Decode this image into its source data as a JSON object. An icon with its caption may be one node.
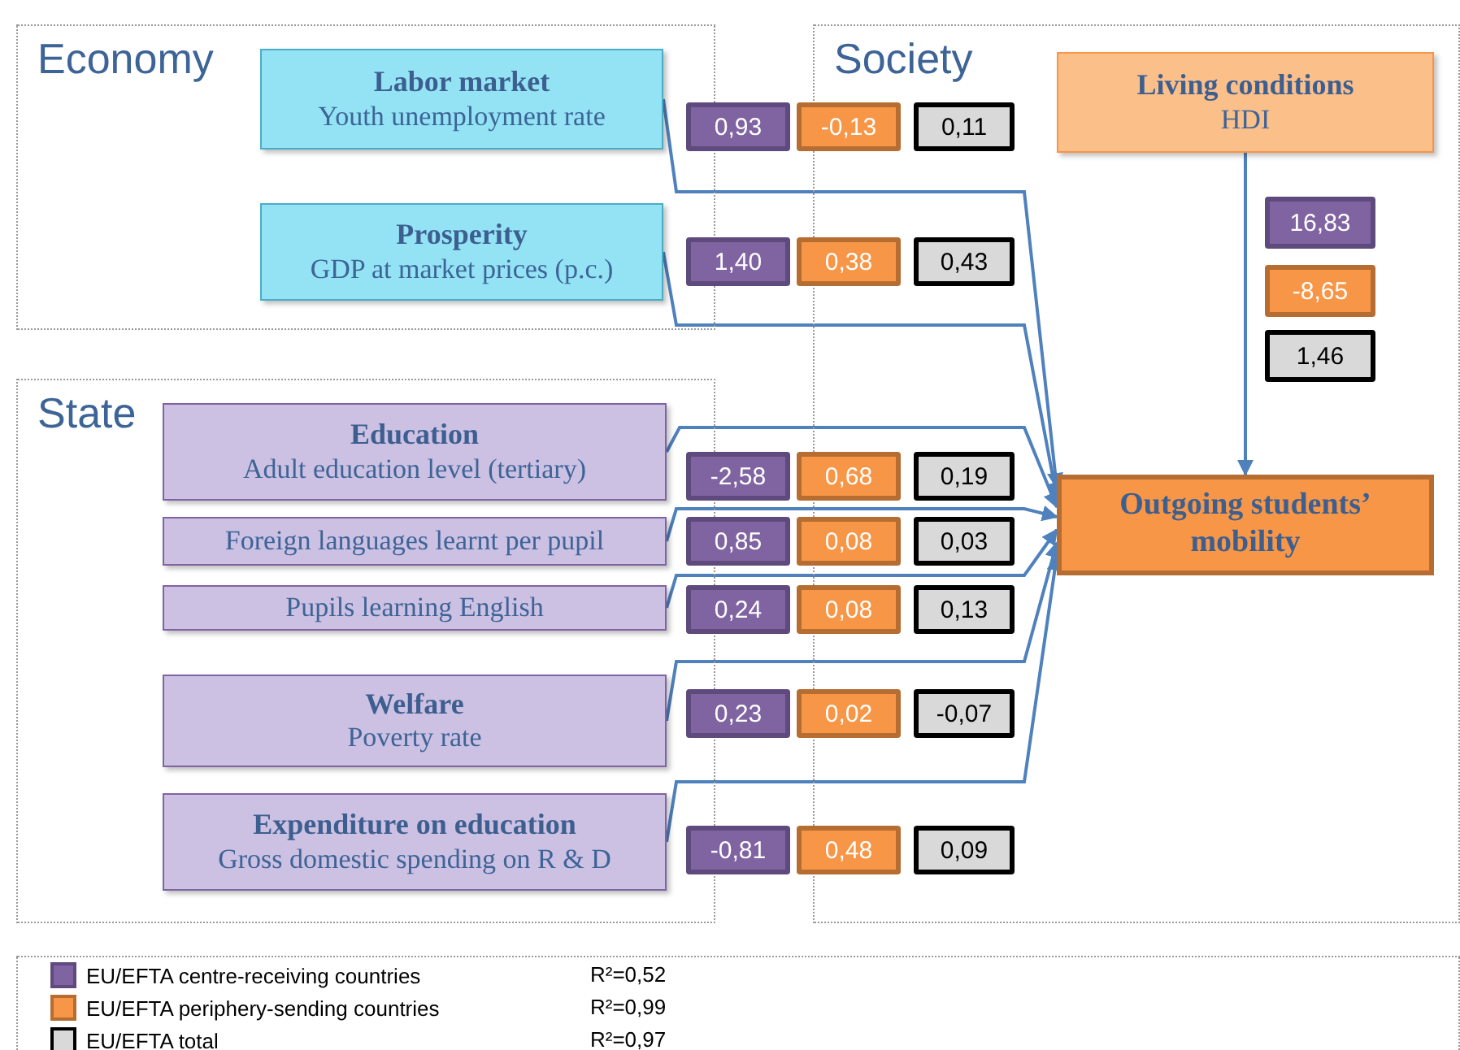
{
  "diagram": {
    "nodes": [
      {
        "text": [
          "Economy"
        ]
      },
      {
        "text": [
          "Labor market",
          "Youth unemployment rate"
        ],
        "in": 0
      },
      {
        "text": [
          "Prosperity",
          "GDP at market prices (p.c.)"
        ],
        "in": 0
      },
      {
        "text": [
          "State"
        ]
      },
      {
        "text": [
          "Education",
          "Adult education level (tertiary)"
        ],
        "in": 3
      },
      {
        "text": [
          "Foreign languages  learnt per pupil"
        ],
        "in": 3
      },
      {
        "text": [
          "Pupils learning English"
        ],
        "in": 3
      },
      {
        "text": [
          "Welfare",
          "Poverty rate"
        ],
        "in": 3
      },
      {
        "text": [
          "Expenditure on education",
          "Gross domestic spending on R & D"
        ],
        "in": 3
      },
      {
        "text": [
          "Society"
        ]
      },
      {
        "text": [
          "Living conditions",
          "HDI"
        ],
        "in": 9
      },
      {
        "text": [
          "Outgoing students’ mobility"
        ],
        "in": 9
      },
      {
        "text": [
          "0,93"
        ]
      },
      {
        "text": [
          "-0,13"
        ]
      },
      {
        "text": [
          "0,11"
        ],
        "in": 9
      },
      {
        "text": [
          "1,40"
        ]
      },
      {
        "text": [
          "0,38"
        ]
      },
      {
        "text": [
          "0,43"
        ],
        "in": 9
      },
      {
        "text": [
          "-2,58"
        ]
      },
      {
        "text": [
          "0,68"
        ]
      },
      {
        "text": [
          "0,19"
        ],
        "in": 9
      },
      {
        "text": [
          "0,85"
        ]
      },
      {
        "text": [
          "0,08"
        ]
      },
      {
        "text": [
          "0,03"
        ],
        "in": 9
      },
      {
        "text": [
          "0,24"
        ]
      },
      {
        "text": [
          "0,08"
        ]
      },
      {
        "text": [
          "0,13"
        ],
        "in": 9
      },
      {
        "text": [
          "0,23"
        ]
      },
      {
        "text": [
          "0,02"
        ]
      },
      {
        "text": [
          "-0,07"
        ],
        "in": 9
      },
      {
        "text": [
          "-0,81"
        ]
      },
      {
        "text": [
          "0,48"
        ]
      },
      {
        "text": [
          "0,09"
        ],
        "in": 9
      },
      {
        "text": [
          "16,83"
        ],
        "in": 9
      },
      {
        "text": [
          "-8,65"
        ],
        "in": 9
      },
      {
        "text": [
          "1,46"
        ],
        "in": 9
      }
    ],
    "edges": [
      {
        "from": 1,
        "to": 11,
        "arrow": "to"
      },
      {
        "from": 2,
        "to": 11,
        "arrow": "to"
      },
      {
        "from": 4,
        "to": 11,
        "arrow": "to"
      },
      {
        "from": 5,
        "to": 11,
        "arrow": "to"
      },
      {
        "from": 6,
        "to": 11,
        "arrow": "to"
      },
      {
        "from": 7,
        "to": 11,
        "arrow": "to"
      },
      {
        "from": 8,
        "to": 11,
        "arrow": "to"
      },
      {
        "from": 10,
        "to": 11,
        "arrow": "to"
      }
    ],
    "labels": [
      "R²=0,52",
      "R²=0,99",
      "R²=0,97"
    ],
    "legend": [
      {
        "text": "EU/EFTA centre-receiving countries",
        "color": "#8064a2"
      },
      {
        "text": "EU/EFTA periphery-sending countries",
        "color": "#f79646"
      },
      {
        "text": "EU/EFTA total",
        "color": "#d9d9d9"
      }
    ]
  }
}
